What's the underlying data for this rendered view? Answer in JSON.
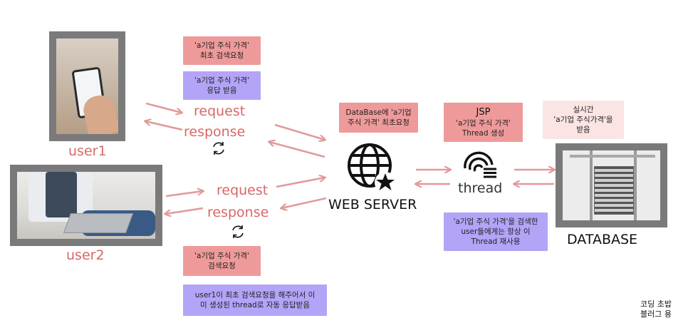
{
  "users": {
    "user1": "user1",
    "user2": "user2"
  },
  "flow": {
    "request_top": "request",
    "response_top": "response",
    "request_bottom": "request",
    "response_bottom": "response"
  },
  "server": {
    "label": "WEB SERVER",
    "icon": "globe-star-icon"
  },
  "thread": {
    "label": "thread",
    "icon": "thread-fingerprint-icon"
  },
  "database": {
    "label": "DATABASE"
  },
  "notes": {
    "first_search": "'a기업 주식 가격'\n최초 검색요청",
    "response_received": "'a기업 주식 가격'\n응답 받음",
    "db_first_request": "DataBase에 'a기업\n주식 가격' 최초요청",
    "jsp_title": "JSP",
    "jsp_body": "'a기업 주식 가격'\nThread 생성",
    "realtime": "실시간\n'a기업 주식가격'을\n받음",
    "reuse": "'a기업 주식 가격'을 검색한\nuser들에게는 항상 이\nThread 재사용",
    "search_request": "'a기업 주식 가격'\n검색요청",
    "auto_response": "user1이 최초 검색요청을 해주어서 이\n미 생성된 thread로 자동 응답받음"
  },
  "footer": {
    "line1": "코딩 초밥",
    "line2": "블러그 용"
  },
  "colors": {
    "arrow": "#e29a9a",
    "pink_note": "#ef9a9a",
    "violet_note": "#b3a4f8",
    "light_note": "#fbe4e4",
    "label_pink": "#d96767"
  }
}
